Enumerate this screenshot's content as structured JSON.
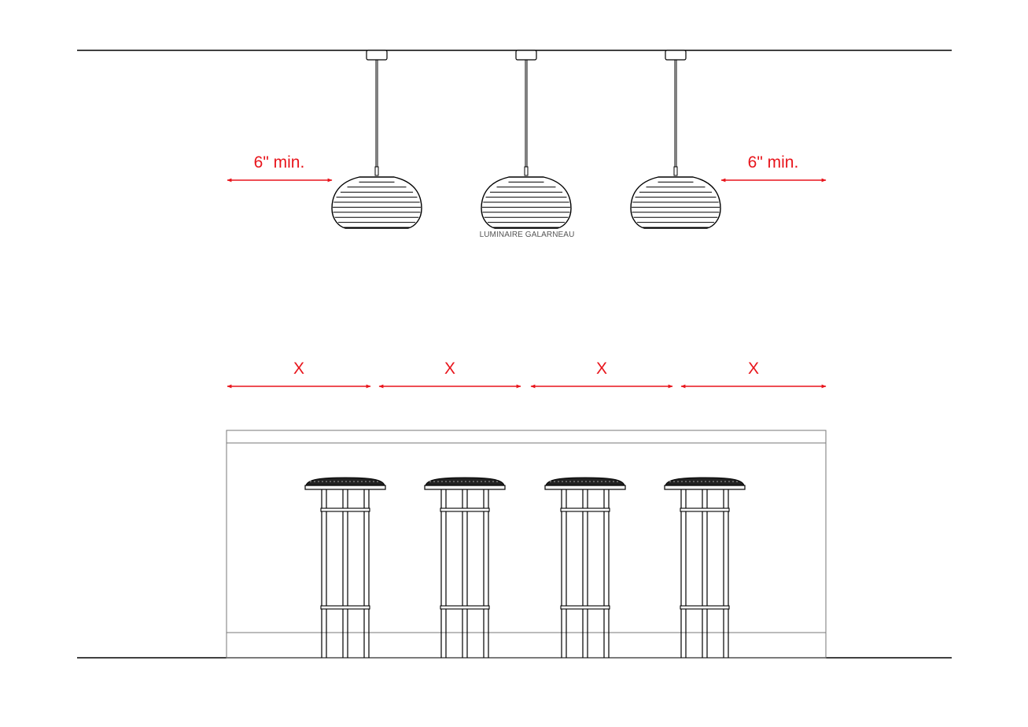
{
  "labels": {
    "clearance_left": "6\" min.",
    "clearance_right": "6\" min.",
    "luminaire_brand": "LUMINAIRE GALARNEAU",
    "spacing": [
      "X",
      "X",
      "X",
      "X"
    ]
  },
  "counts": {
    "pendants": 3,
    "stools": 4
  },
  "colors": {
    "dimension": "#e8141b",
    "linework": "#000000",
    "counter": "#777777"
  }
}
